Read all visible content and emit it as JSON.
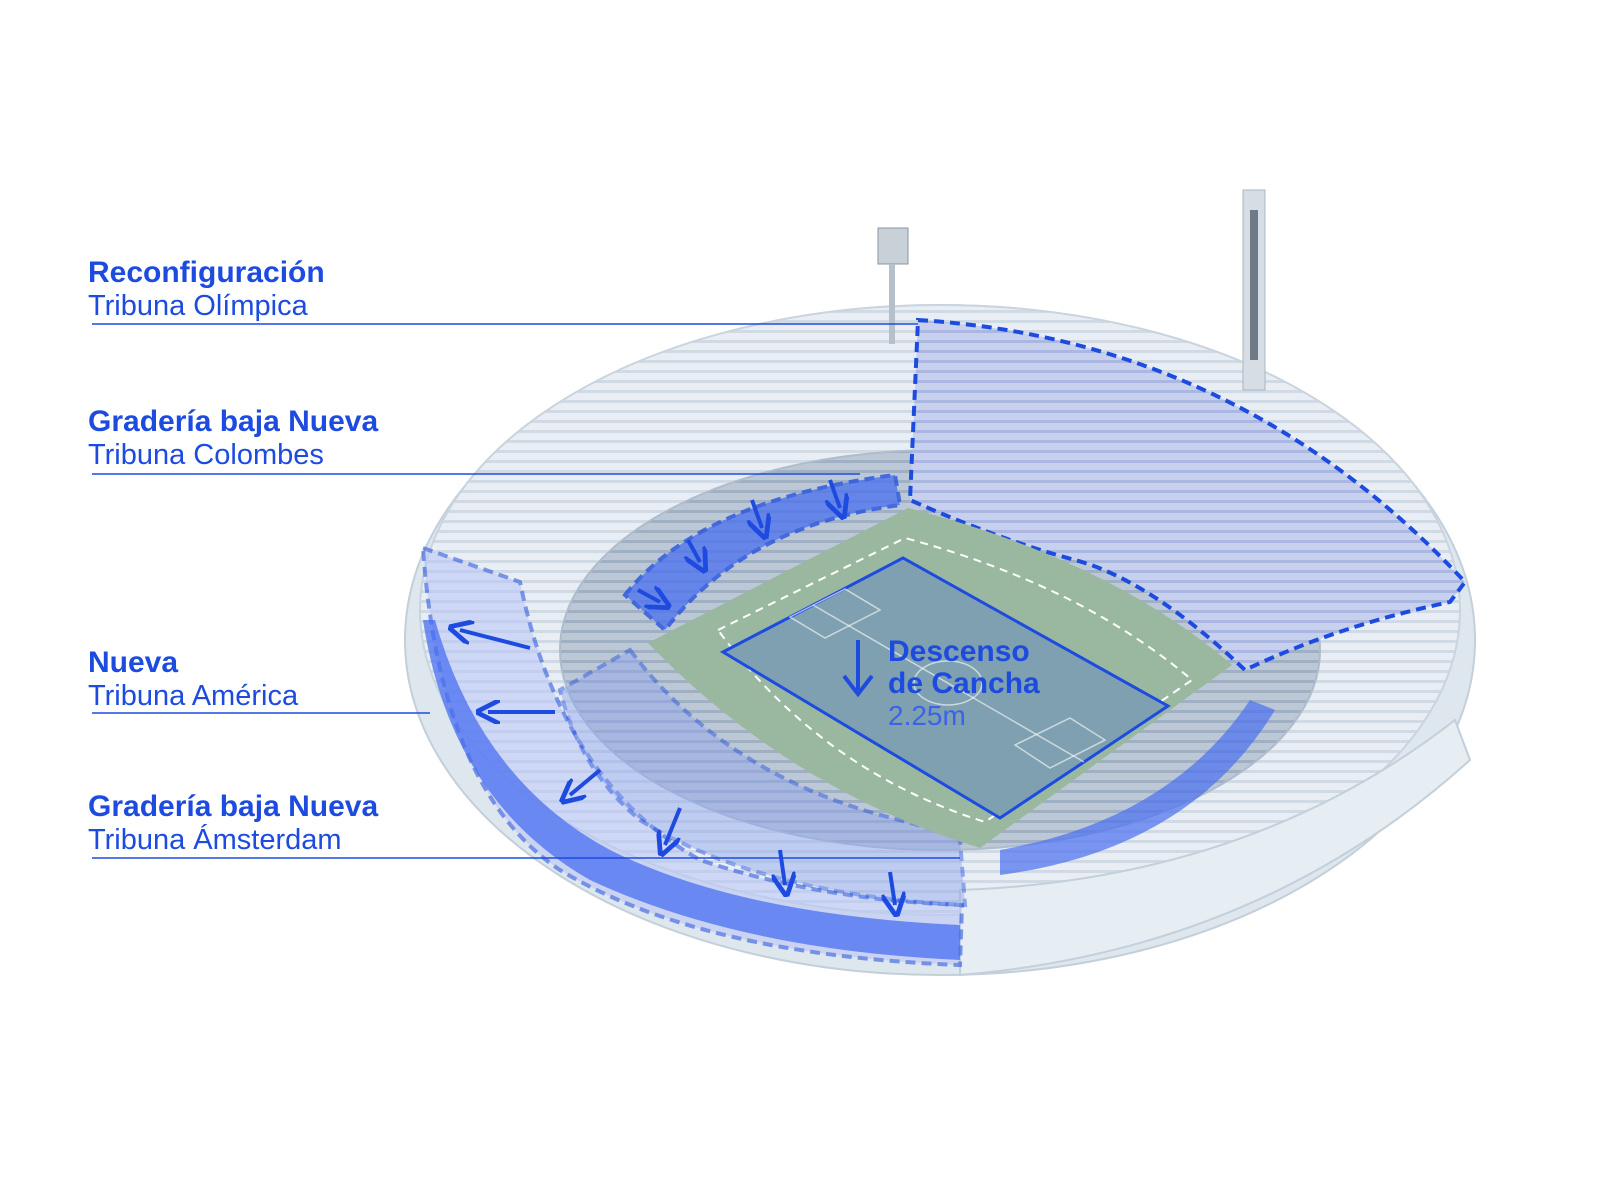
{
  "colors": {
    "accent": "#1d4be0",
    "accent_fill": "#4a6ff0",
    "accent_light": "#b9c6f7",
    "pitch_outer": "#9ab8a0",
    "pitch_inner": "#7fa0b0",
    "stadium": "#e4ecf2",
    "stadium_shade": "#c9d6e0"
  },
  "labels": [
    {
      "title": "Reconfiguración",
      "subtitle": "Tribuna Olímpica"
    },
    {
      "title": "Gradería baja Nueva",
      "subtitle": "Tribuna Colombes"
    },
    {
      "title": "Nueva",
      "subtitle": "Tribuna América"
    },
    {
      "title": "Gradería baja Nueva",
      "subtitle": "Tribuna Ámsterdam"
    }
  ],
  "field": {
    "title_line1": "Descenso",
    "title_line2": "de Cancha",
    "depth": "2.25m"
  }
}
